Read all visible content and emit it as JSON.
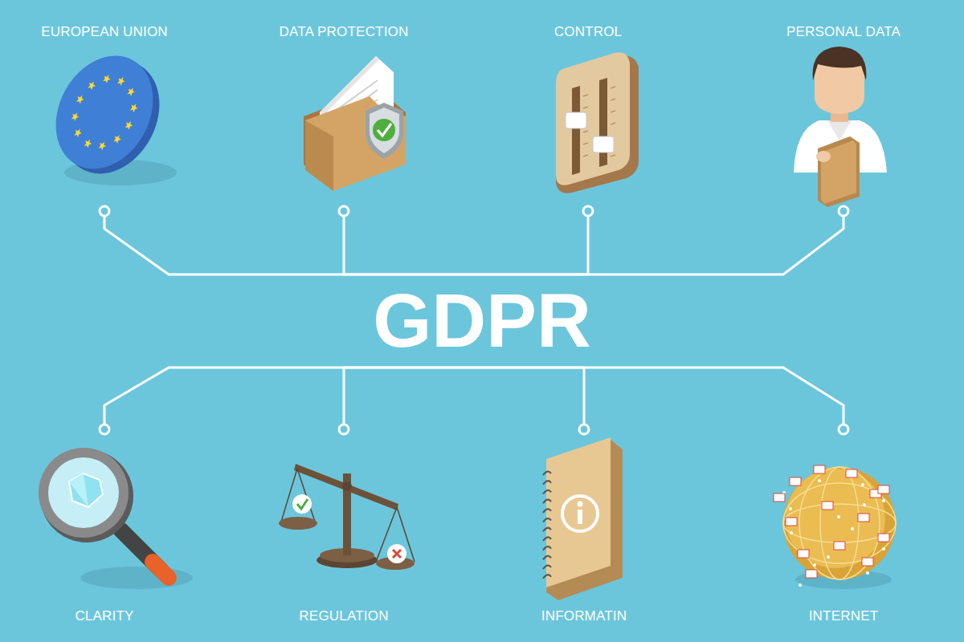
{
  "diagram": {
    "nodes": [
      {
        "text": [
          "EUROPEAN UNION"
        ]
      },
      {
        "text": [
          "DATA PROTECTION"
        ]
      },
      {
        "text": [
          "CONTROL"
        ]
      },
      {
        "text": [
          "PERSONAL DATA"
        ]
      },
      {
        "text": [
          "GDPR"
        ]
      },
      {
        "text": [
          "CLARITY"
        ]
      },
      {
        "text": [
          "REGULATION"
        ]
      },
      {
        "text": [
          "INFORMATIN"
        ]
      },
      {
        "text": [
          "INTERNET"
        ]
      }
    ],
    "edges": [
      {
        "from": 4,
        "to": 0,
        "arrow": "none"
      },
      {
        "from": 4,
        "to": 1,
        "arrow": "none"
      },
      {
        "from": 4,
        "to": 2,
        "arrow": "none"
      },
      {
        "from": 4,
        "to": 3,
        "arrow": "none"
      },
      {
        "from": 4,
        "to": 5,
        "arrow": "none"
      },
      {
        "from": 4,
        "to": 6,
        "arrow": "none"
      },
      {
        "from": 4,
        "to": 7,
        "arrow": "none"
      },
      {
        "from": 4,
        "to": 8,
        "arrow": "none"
      }
    ]
  }
}
